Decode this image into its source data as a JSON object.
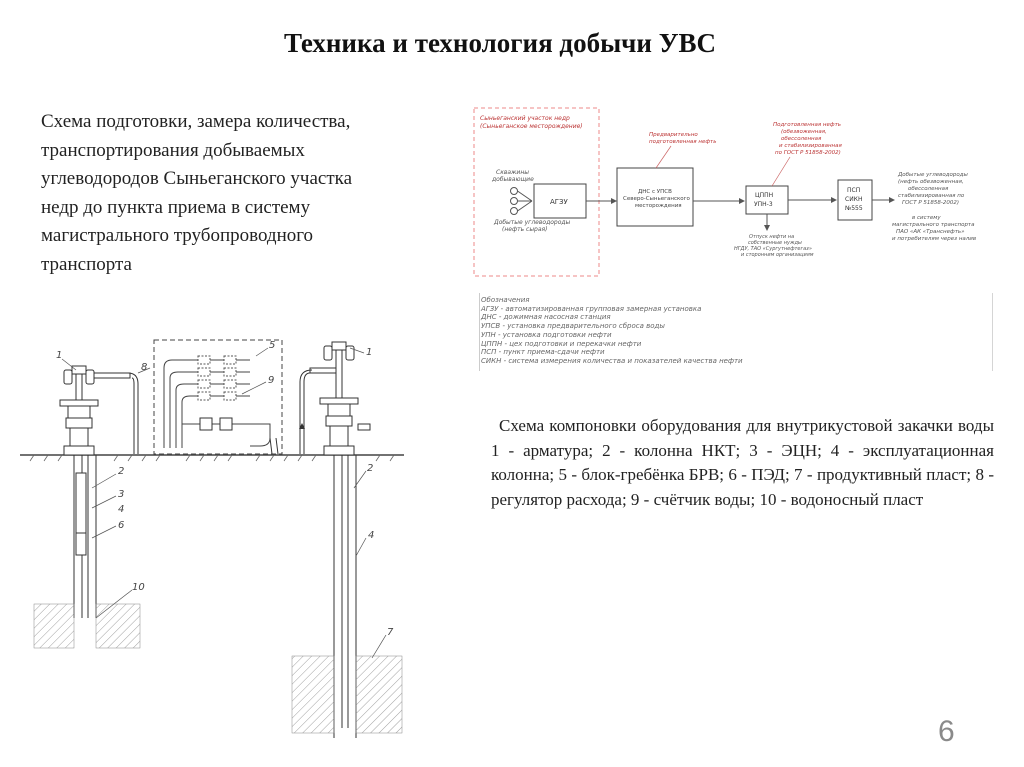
{
  "slide": {
    "title": "Техника  и  технология добычи УВС",
    "page_number": "6"
  },
  "left_caption": "Схема подготовки, замера количества, транспортирования добываемых углеводородов Сыньеганского участка недр до пункта приема в систему магистрального трубопроводного транспорта",
  "right_caption": "Схема компоновки оборудования для внутрикустовой закачки воды 1 - арматура; 2 - колонна НКТ; 3 - ЭЦН; 4 - эксплуатационная колонна; 5 - блок-гребёнка БРВ; 6 - ПЭД; 7 - продуктивный пласт; 8 - регулятор расхода; 9 - счётчик воды; 10 - водоносный пласт",
  "flow_diagram": {
    "region_label_1": "Сыньеганский участок недр",
    "region_label_2": "(Сыньеганское месторождение)",
    "wells_label_1": "Скважины",
    "wells_label_2": "добывающие",
    "extracted_label_1": "Добытые углеводороды",
    "extracted_label_2": "(нефть сырая)",
    "box_agzu": "АГЗУ",
    "box_dns_1": "ДНС с УПСВ",
    "box_dns_2": "Северо-Сыньеганского",
    "box_dns_3": "месторождения",
    "note_prepared_1": "Предварительно",
    "note_prepared_2": "подготовленная нефть",
    "box_cppn_1": "ЦППН",
    "box_cppn_2": "УПН-3",
    "note_treated_1": "Подготовленная нефть",
    "note_treated_2": "(обезвоженная,",
    "note_treated_3": "обессоленная",
    "note_treated_4": "и стабилизированная",
    "note_treated_5": "по ГОСТ Р 51858-2002)",
    "note_own_1": "Отпуск нефти на",
    "note_own_2": "собственные нужды",
    "note_own_3": "НГДУ, ТАО «Сургутнефтегаз»",
    "note_own_4": "и сторонним организациям",
    "box_psp_1": "ПСП",
    "box_psp_2": "СИКН",
    "box_psp_3": "№555",
    "note_final_1": "Добытые углеводороды",
    "note_final_2": "(нефть обезвоженная,",
    "note_final_3": "обессоленная",
    "note_final_4": "стабилизированная по",
    "note_final_5": "ГОСТ Р 51858-2002)",
    "note_final_6": "в систему",
    "note_final_7": "магистрального транспорта",
    "note_final_8": "ПАО «АК «Транснефть»",
    "note_final_9": "и потребителям через налив"
  },
  "legend": [
    "Обозначения",
    "АГЗУ  - автоматизированная групповая замерная установка",
    "ДНС   - дожимная насосная станция",
    "УПСВ  - установка предварительного сброса воды",
    "УПН   - установка подготовки нефти",
    "ЦППН  - цех подготовки и перекачки нефти",
    "ПСП   - пункт приема-сдачи нефти",
    "СИКН  - система измерения количества и показателей качества нефти"
  ],
  "well_labels": {
    "label_1_left": "1",
    "label_2_left": "2",
    "label_3": "3",
    "label_4_left": "4",
    "label_6": "6",
    "label_10": "10",
    "label_5": "5",
    "label_8": "8",
    "label_9": "9",
    "label_1_right": "1",
    "label_2_right": "2",
    "label_4_right": "4",
    "label_7": "7"
  }
}
